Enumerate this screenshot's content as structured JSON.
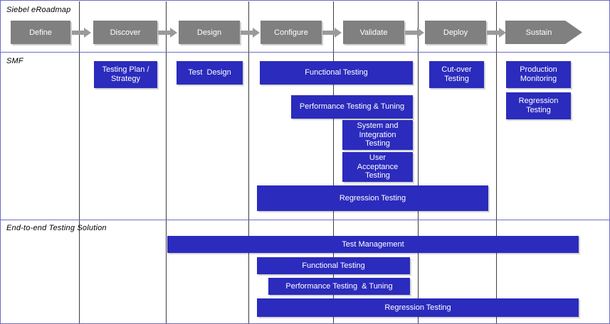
{
  "colors": {
    "bar_blue": "#2b2bbd",
    "phase_gray": "#808080",
    "frame_border": "#6b6bcc",
    "column_divider": "#3d3d3d",
    "arrow_gray": "#9a9a9a",
    "text_on_fill": "#ffffff",
    "text_label": "#000000"
  },
  "bands": [
    {
      "title": "Siebel eRoadmap"
    },
    {
      "title": "SMF"
    },
    {
      "title": "End-to-end Testing Solution"
    }
  ],
  "columns": [
    {
      "label": "Define"
    },
    {
      "label": "Discover"
    },
    {
      "label": "Design"
    },
    {
      "label": "Configure"
    },
    {
      "label": "Validate"
    },
    {
      "label": "Deploy"
    },
    {
      "label": "Sustain"
    }
  ],
  "roadmap": {
    "phases": [
      {
        "label": "Define",
        "shape": "rect"
      },
      {
        "label": "Discover",
        "shape": "rect"
      },
      {
        "label": "Design",
        "shape": "rect"
      },
      {
        "label": "Configure",
        "shape": "rect"
      },
      {
        "label": "Validate",
        "shape": "rect"
      },
      {
        "label": "Deploy",
        "shape": "rect"
      },
      {
        "label": "Sustain",
        "shape": "chevron"
      }
    ],
    "arrows": 6,
    "arrow_icon": "right-arrow-icon"
  },
  "smf": {
    "bars": [
      {
        "label": "Testing Plan /\nStrategy",
        "spans": "Discover"
      },
      {
        "label": "Test  Design",
        "spans": "Design"
      },
      {
        "label": "Functional Testing",
        "spans": "Configure-Validate"
      },
      {
        "label": "Performance Testing & Tuning",
        "spans": "Configure-Validate"
      },
      {
        "label": "System and\nIntegration\nTesting",
        "spans": "Validate"
      },
      {
        "label": "User\nAcceptance\nTesting",
        "spans": "Validate"
      },
      {
        "label": "Cut-over\nTesting",
        "spans": "Deploy"
      },
      {
        "label": "Production\nMonitoring",
        "spans": "Sustain"
      },
      {
        "label": "Regression\nTesting",
        "spans": "Sustain"
      },
      {
        "label": "Regression Testing",
        "spans": "Configure-Deploy"
      }
    ]
  },
  "end_to_end": {
    "bars": [
      {
        "label": "Test Management",
        "spans": "Design-Sustain"
      },
      {
        "label": "Functional Testing",
        "spans": "Configure-Validate"
      },
      {
        "label": "Performance Testing  & Tuning",
        "spans": "Configure-Validate"
      },
      {
        "label": "Regression Testing",
        "spans": "Configure-Sustain"
      }
    ]
  }
}
